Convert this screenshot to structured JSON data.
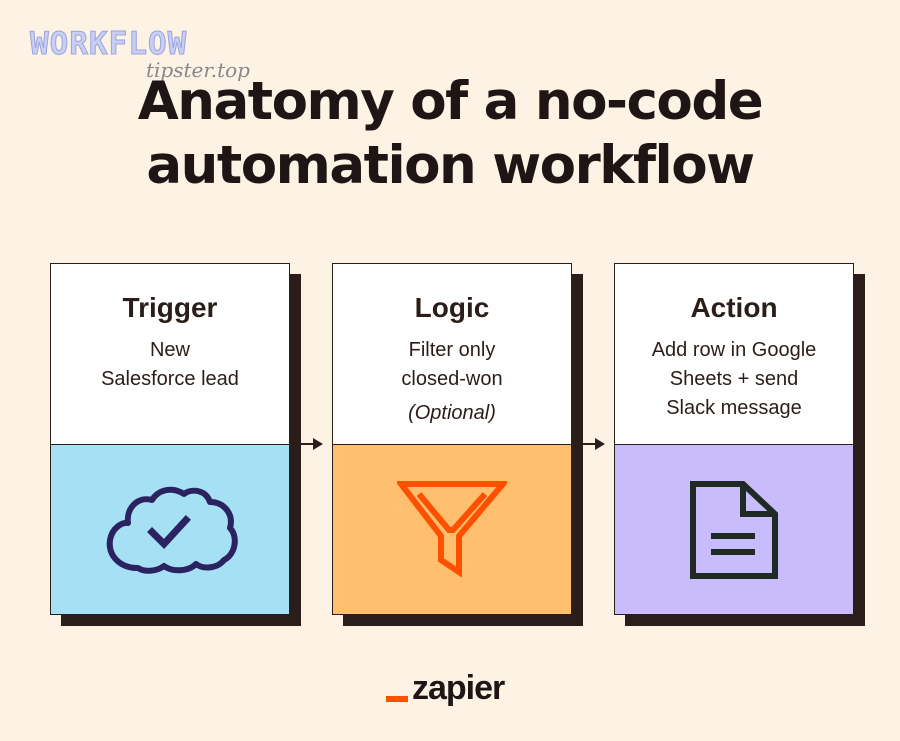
{
  "watermark": {
    "main": "WORKFLOW",
    "sub": "tipster.top"
  },
  "title": {
    "line1": "Anatomy of a no-code",
    "line2": "automation workflow"
  },
  "cards": [
    {
      "title": "Trigger",
      "description": "New\nSalesforce lead",
      "optional": "",
      "icon": "cloud-check-icon",
      "color": "#a5e0f5"
    },
    {
      "title": "Logic",
      "description": "Filter only\nclosed-won",
      "optional": "(Optional)",
      "icon": "filter-funnel-icon",
      "color": "#ffbf6e"
    },
    {
      "title": "Action",
      "description": "Add row in Google\nSheets + send\nSlack message",
      "optional": "",
      "icon": "document-icon",
      "color": "#c9bcfd"
    }
  ],
  "brand": {
    "name": "zapier",
    "accent": "#ff4f00"
  }
}
